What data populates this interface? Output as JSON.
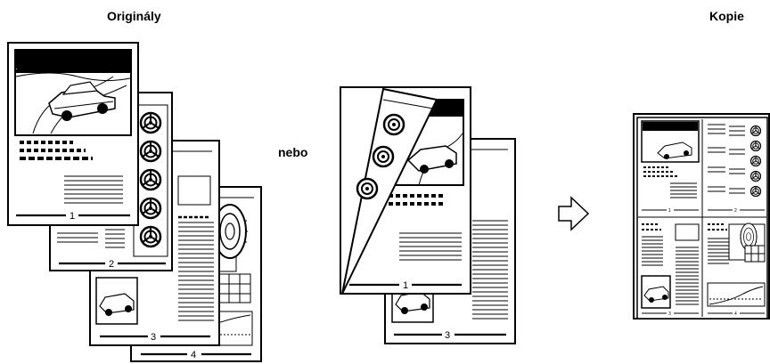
{
  "headings": {
    "originals": "Originály",
    "or": "nebo",
    "copy": "Kopie"
  },
  "page_numbers": {
    "p1": "1",
    "p2": "2",
    "p3": "3",
    "p4": "4"
  }
}
